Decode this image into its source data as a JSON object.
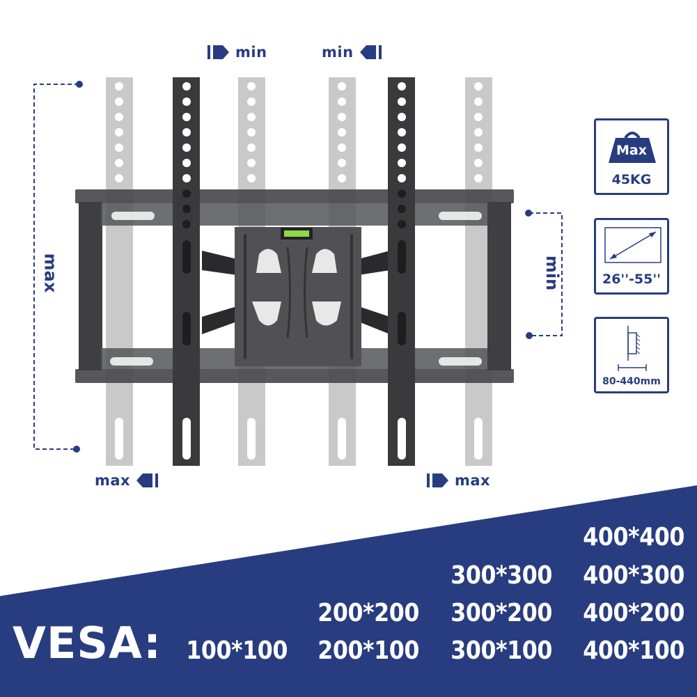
{
  "header": {
    "top_left_arrow": {
      "label": "min",
      "direction": "right",
      "icon": "arrow-right-icon"
    },
    "top_right_arrow": {
      "label": "min",
      "direction": "left",
      "icon": "arrow-left-icon"
    },
    "bottom_left_arrow": {
      "label": "max",
      "direction": "left",
      "icon": "arrow-left-icon"
    },
    "bottom_right_arrow": {
      "label": "max",
      "direction": "right",
      "icon": "arrow-right-icon"
    }
  },
  "dimensions": {
    "left_vertical": {
      "label": "max"
    },
    "right_vertical": {
      "label": "min"
    }
  },
  "specs": [
    {
      "icon": "weight-icon",
      "badge": "Max",
      "value": "45KG"
    },
    {
      "icon": "screen-diagonal-icon",
      "value": "26''-55''"
    },
    {
      "icon": "wall-distance-icon",
      "value": "80-440mm"
    }
  ],
  "vesa": {
    "title": "VESA:",
    "rows": [
      [
        "",
        "",
        "",
        "400*400"
      ],
      [
        "",
        "",
        "300*300",
        "400*300"
      ],
      [
        "",
        "200*200",
        "300*200",
        "400*200"
      ],
      [
        "100*100",
        "200*100",
        "300*100",
        "400*100"
      ]
    ]
  },
  "colors": {
    "brand_navy": "#283c80",
    "bracket_dark": "#3a3a3c",
    "bracket_ghost": "#c8c8c8",
    "level_green": "#8fd84a"
  }
}
